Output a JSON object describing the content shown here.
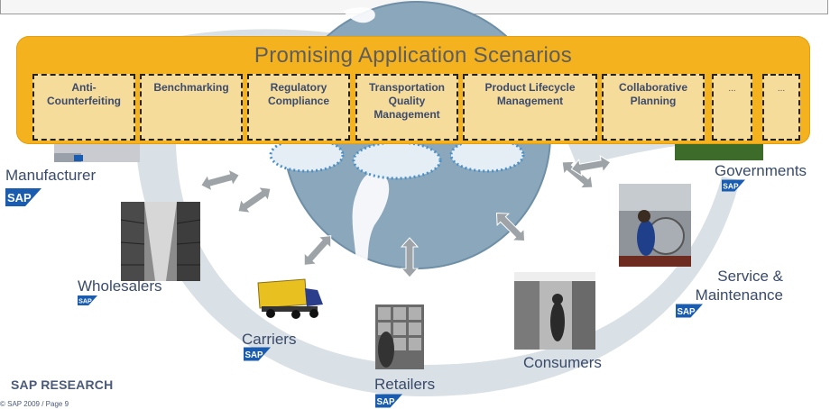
{
  "banner": {
    "title": "Promising Application Scenarios",
    "scenarios": [
      {
        "label": "Anti-\nCounterfeiting"
      },
      {
        "label": "Benchmarking"
      },
      {
        "label": "Regulatory\nCompliance"
      },
      {
        "label": "Transportation\nQuality\nManagement"
      },
      {
        "label": "Product Lifecycle\nManagement"
      },
      {
        "label": "Collaborative\nPlanning"
      },
      {
        "label": "..."
      },
      {
        "label": "..."
      }
    ]
  },
  "participants": {
    "manufacturer": "Manufacturer",
    "wholesalers": "Wholesalers",
    "carriers": "Carriers",
    "retailers": "Retailers",
    "consumers": "Consumers",
    "service_maintenance": "Service &\nMaintenance",
    "governments": "Governments"
  },
  "logo_text": "SAP",
  "footer": {
    "brand": "SAP RESEARCH",
    "copyright": "© SAP 2009 / Page 9"
  },
  "colors": {
    "banner": "#f5b21f",
    "scenario_box": "#f6dc9b",
    "label_text": "#3a4b6a",
    "sap_blue": "#1a5cb0",
    "cycle_arrow": "#d9e0e6",
    "globe": "#7e9db3"
  },
  "icons": {
    "exchange": "double-arrow-icon",
    "brand": "sap-logo"
  }
}
